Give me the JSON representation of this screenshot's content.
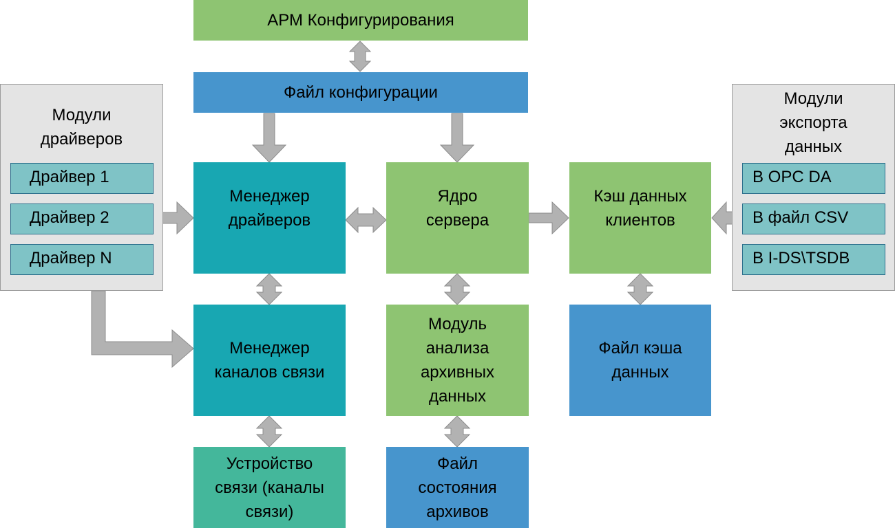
{
  "colors": {
    "green": "#8ec472",
    "blue": "#4795cd",
    "teal": "#18a7b2",
    "sea_green": "#44b79b",
    "panel": "#e4e4e4",
    "item": "#7fc3c6",
    "arrow": "#b2b2b2"
  },
  "blocks": {
    "arm_config": "АРМ Конфигурирования",
    "config_file": "Файл конфигурации",
    "driver_manager": "Менеджер\nдрайверов",
    "server_core": "Ядро\nсервера",
    "client_cache": "Кэш данных\nклиентов",
    "channel_manager": "Менеджер\nканалов связи",
    "archive_analysis": "Модуль\nанализа\nархивных\nданных",
    "cache_file": "Файл кэша\nданных",
    "comm_device": "Устройство\nсвязи (каналы\nсвязи)",
    "archive_state_file": "Файл\nсостояния\nархивов"
  },
  "driver_modules": {
    "title": "Модули\nдрайверов",
    "items": [
      "Драйвер 1",
      "Драйвер 2",
      "Драйвер N"
    ]
  },
  "export_modules": {
    "title": "Модули\nэкспорта\nданных",
    "items": [
      "В OPC DA",
      "В файл CSV",
      "В I-DS\\TSDB"
    ]
  },
  "connections": [
    {
      "from": "arm_config",
      "to": "config_file",
      "type": "bidirectional"
    },
    {
      "from": "config_file",
      "to": "driver_manager",
      "type": "one-way"
    },
    {
      "from": "config_file",
      "to": "server_core",
      "type": "one-way"
    },
    {
      "from": "driver_modules",
      "to": "driver_manager",
      "type": "one-way"
    },
    {
      "from": "driver_modules",
      "to": "channel_manager",
      "type": "one-way"
    },
    {
      "from": "driver_manager",
      "to": "server_core",
      "type": "bidirectional"
    },
    {
      "from": "server_core",
      "to": "client_cache",
      "type": "one-way"
    },
    {
      "from": "export_modules",
      "to": "client_cache",
      "type": "one-way"
    },
    {
      "from": "driver_manager",
      "to": "channel_manager",
      "type": "bidirectional"
    },
    {
      "from": "server_core",
      "to": "archive_analysis",
      "type": "bidirectional"
    },
    {
      "from": "client_cache",
      "to": "cache_file",
      "type": "bidirectional"
    },
    {
      "from": "channel_manager",
      "to": "comm_device",
      "type": "bidirectional"
    },
    {
      "from": "archive_analysis",
      "to": "archive_state_file",
      "type": "bidirectional"
    }
  ]
}
